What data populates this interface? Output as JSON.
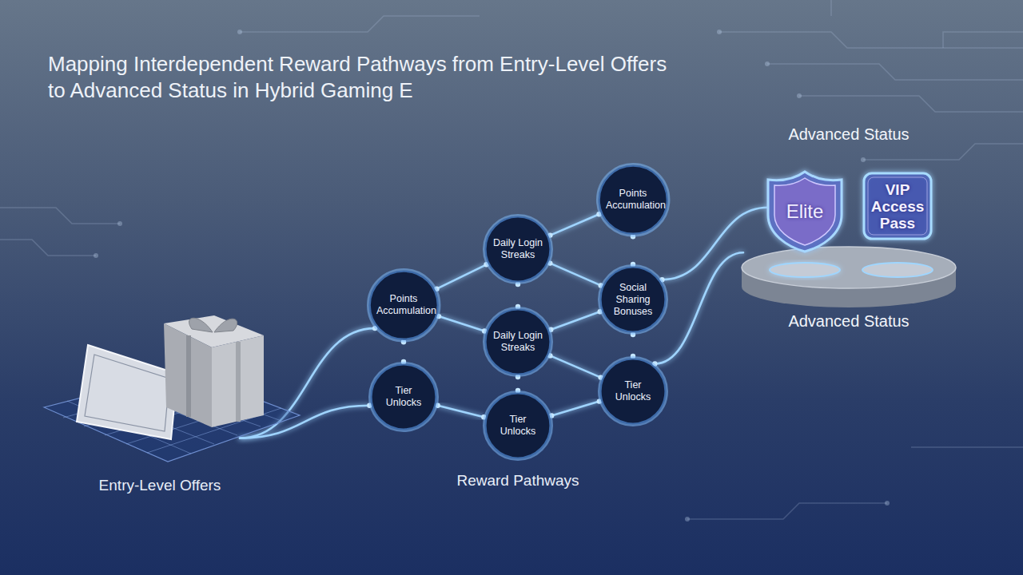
{
  "diagram": {
    "title": "Mapping Interdependent Reward Pathways from Entry-Level Offers to Advanced Status in Hybrid Gaming E",
    "nodes": [
      {
        "text": [
          "Entry-Level Offers"
        ]
      },
      {
        "text": [
          "Points Accumulation"
        ]
      },
      {
        "text": [
          "Tier Unlocks"
        ]
      },
      {
        "text": [
          "Daily Login Streaks"
        ]
      },
      {
        "text": [
          "Daily Login Streaks"
        ]
      },
      {
        "text": [
          "Tier Unlocks"
        ]
      },
      {
        "text": [
          "Points Accumulation"
        ]
      },
      {
        "text": [
          "Social Sharing Bonuses"
        ]
      },
      {
        "text": [
          "Tier Unlocks"
        ]
      },
      {
        "text": [
          "Advanced Status",
          "Advanced Status"
        ]
      },
      {
        "text": [
          "Elite"
        ],
        "in": 9
      },
      {
        "text": [
          "VIP Access Pass"
        ],
        "in": 9
      }
    ],
    "edges": [
      {
        "from": 0,
        "to": 1,
        "arrow": "none"
      },
      {
        "from": 0,
        "to": 2,
        "arrow": "none"
      },
      {
        "from": 1,
        "to": 3,
        "arrow": "none"
      },
      {
        "from": 1,
        "to": 4,
        "arrow": "none"
      },
      {
        "from": 1,
        "to": 2,
        "arrow": "none"
      },
      {
        "from": 2,
        "to": 5,
        "arrow": "none"
      },
      {
        "from": 3,
        "to": 4,
        "arrow": "none"
      },
      {
        "from": 3,
        "to": 6,
        "arrow": "none"
      },
      {
        "from": 3,
        "to": 7,
        "arrow": "none"
      },
      {
        "from": 4,
        "to": 5,
        "arrow": "none"
      },
      {
        "from": 4,
        "to": 7,
        "arrow": "none"
      },
      {
        "from": 4,
        "to": 8,
        "arrow": "none"
      },
      {
        "from": 5,
        "to": 8,
        "arrow": "none"
      },
      {
        "from": 6,
        "to": 7,
        "arrow": "none"
      },
      {
        "from": 7,
        "to": 8,
        "arrow": "none"
      },
      {
        "from": 7,
        "to": 10,
        "arrow": "none"
      },
      {
        "from": 8,
        "to": 9,
        "arrow": "none"
      }
    ],
    "labels": [
      "Reward Pathways"
    ]
  }
}
